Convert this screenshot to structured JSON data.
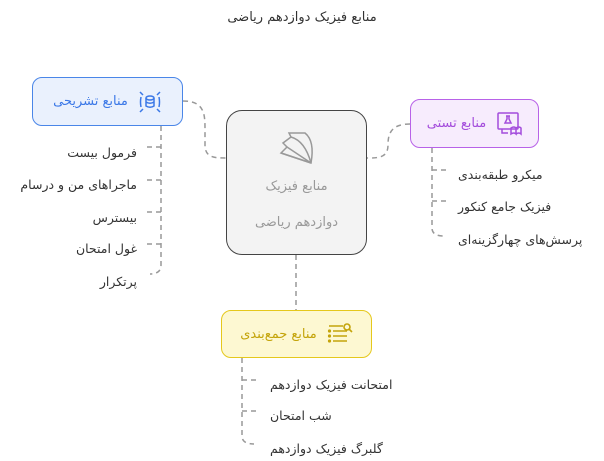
{
  "title": "منابع فیزیک دوازدهم ریاضی",
  "center": {
    "line1": "منابع فیزیک",
    "line2": "دوازدهم ریاضی",
    "icon": "book-pages-icon"
  },
  "branches": {
    "left": {
      "label": "منابع تشریحی",
      "icon": "database-expand-icon",
      "color": "#3b78e7",
      "items": [
        "فرمول بیست",
        "ماجراهای من و درسام",
        "بیسترس",
        "غول امتحان",
        "پرتکرار"
      ]
    },
    "right": {
      "label": "منابع تستی",
      "icon": "monitor-flask-book-icon",
      "color": "#a44ddc",
      "items": [
        "میکرو طبقه‌بندی",
        "فیزیک جامع کنکور",
        "پرسش‌های چهارگزینه‌ای"
      ]
    },
    "bottom": {
      "label": "منابع جمع‌بندی",
      "icon": "list-search-icon",
      "color": "#c4a40a",
      "items": [
        "امتحانت فیزیک دوازدهم",
        "شب امتحان",
        "گلبرگ فیزیک دوازدهم"
      ]
    }
  }
}
